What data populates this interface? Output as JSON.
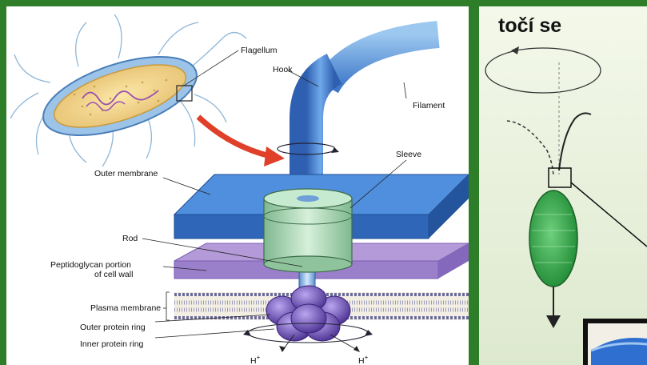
{
  "left_diagram": {
    "labels": {
      "flagellum": "Flagellum",
      "hook": "Hook",
      "filament": "Filament",
      "sleeve": "Sleeve",
      "outer_membrane": "Outer membrane",
      "rod": "Rod",
      "peptidoglycan_1": "Peptidoglycan portion",
      "peptidoglycan_2": "of cell wall",
      "plasma_membrane": "Plasma membrane",
      "outer_protein_ring": "Outer protein ring",
      "inner_protein_ring": "Inner protein ring",
      "proton_left": "H",
      "proton_right": "H",
      "proton_charge": "+"
    }
  },
  "right_panel": {
    "title": "točí se"
  },
  "colors": {
    "frame_green": "#2e7d28",
    "membrane_blue": "#3f7fd0",
    "sleeve_green": "#a9d8b4",
    "peptidoglycan_purple": "#a88fd0",
    "motor_purple": "#6a4fb0",
    "arrow_red": "#e0402a",
    "cell_green": "#3aa64a"
  }
}
